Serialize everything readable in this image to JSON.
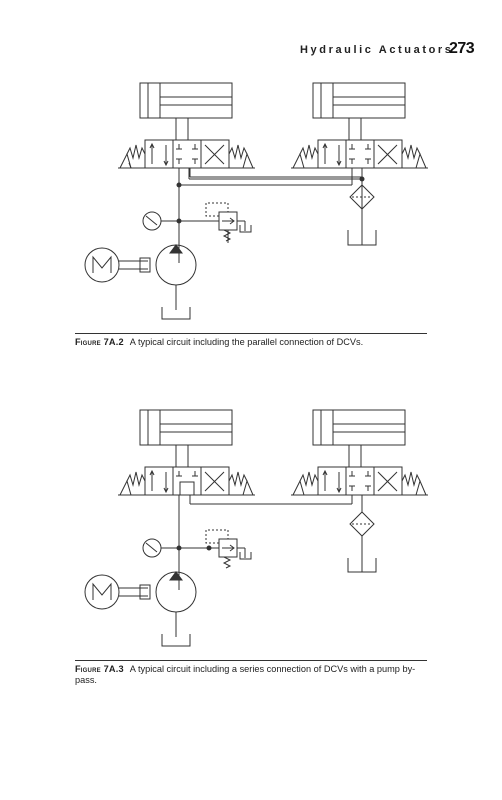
{
  "header": {
    "running_title": "Hydraulic Actuators",
    "page_number": "273"
  },
  "figures": [
    {
      "label": "Figure 7A.2",
      "caption": "A typical circuit including the parallel connection of DCVs."
    },
    {
      "label": "Figure 7A.3",
      "caption": "A typical circuit including a series connection of DCVs with a pump by-pass."
    }
  ]
}
